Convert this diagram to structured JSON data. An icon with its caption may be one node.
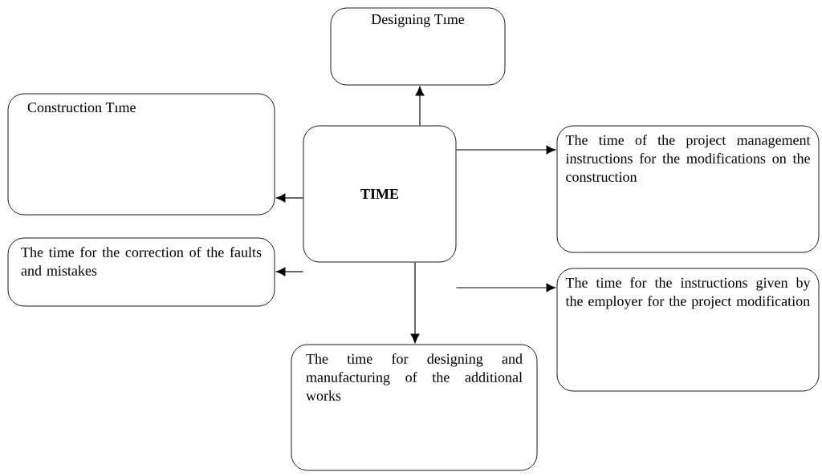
{
  "diagram": {
    "nodes": [
      {
        "text": [
          "TIME"
        ]
      },
      {
        "text": [
          "Designing Tıme"
        ]
      },
      {
        "text": [
          "Construction Tıme"
        ]
      },
      {
        "text": [
          "The time of the project management instructions for the modifications on the construction"
        ]
      },
      {
        "text": [
          "The time for the correction of the faults and mistakes"
        ]
      },
      {
        "text": [
          "The time for the instructions given by the employer for the project modification"
        ]
      },
      {
        "text": [
          "The time for designing and manufacturing of the additional works"
        ]
      }
    ],
    "edges": [
      {
        "from": 0,
        "to": 1,
        "arrow": "to"
      },
      {
        "from": 0,
        "to": 2,
        "arrow": "to"
      },
      {
        "from": 0,
        "to": 3,
        "arrow": "to"
      },
      {
        "from": 0,
        "to": 4,
        "arrow": "to"
      },
      {
        "from": 0,
        "to": 5,
        "arrow": "to"
      },
      {
        "from": 0,
        "to": 6,
        "arrow": "to"
      }
    ]
  }
}
